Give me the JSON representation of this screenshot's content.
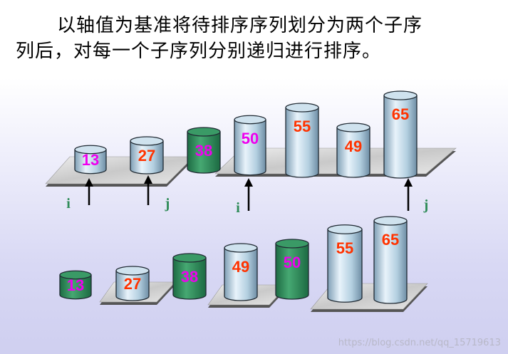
{
  "caption": {
    "line1": "以轴值为基准将待排序序列划分为两个子序",
    "line2": "列后，对每一个子序列分别递归进行排序。"
  },
  "colors": {
    "pivot_fill": "#2e8b57",
    "cylinder_fill": "#a8c8dc",
    "value_orange": "#ff3300",
    "value_magenta": "#ee00ee",
    "pointer_label": "#2e8b57",
    "platform": "#d8d8d8"
  },
  "row1": {
    "cylinders": [
      {
        "value": "13",
        "pivot": false,
        "value_color": "magenta"
      },
      {
        "value": "27",
        "pivot": false,
        "value_color": "orange"
      },
      {
        "value": "38",
        "pivot": true,
        "value_color": "magenta"
      },
      {
        "value": "50",
        "pivot": false,
        "value_color": "magenta"
      },
      {
        "value": "55",
        "pivot": false,
        "value_color": "orange"
      },
      {
        "value": "49",
        "pivot": false,
        "value_color": "orange"
      },
      {
        "value": "65",
        "pivot": false,
        "value_color": "orange"
      }
    ],
    "pointers": [
      {
        "label": "i"
      },
      {
        "label": "j"
      },
      {
        "label": "i"
      },
      {
        "label": "j"
      }
    ]
  },
  "row2": {
    "cylinders": [
      {
        "value": "13",
        "pivot": true,
        "value_color": "magenta"
      },
      {
        "value": "27",
        "pivot": false,
        "value_color": "orange"
      },
      {
        "value": "38",
        "pivot": true,
        "value_color": "magenta"
      },
      {
        "value": "49",
        "pivot": false,
        "value_color": "orange"
      },
      {
        "value": "50",
        "pivot": true,
        "value_color": "magenta"
      },
      {
        "value": "55",
        "pivot": false,
        "value_color": "orange"
      },
      {
        "value": "65",
        "pivot": false,
        "value_color": "orange"
      }
    ]
  },
  "watermark": "https://blog.csdn.net/qq_15719613"
}
